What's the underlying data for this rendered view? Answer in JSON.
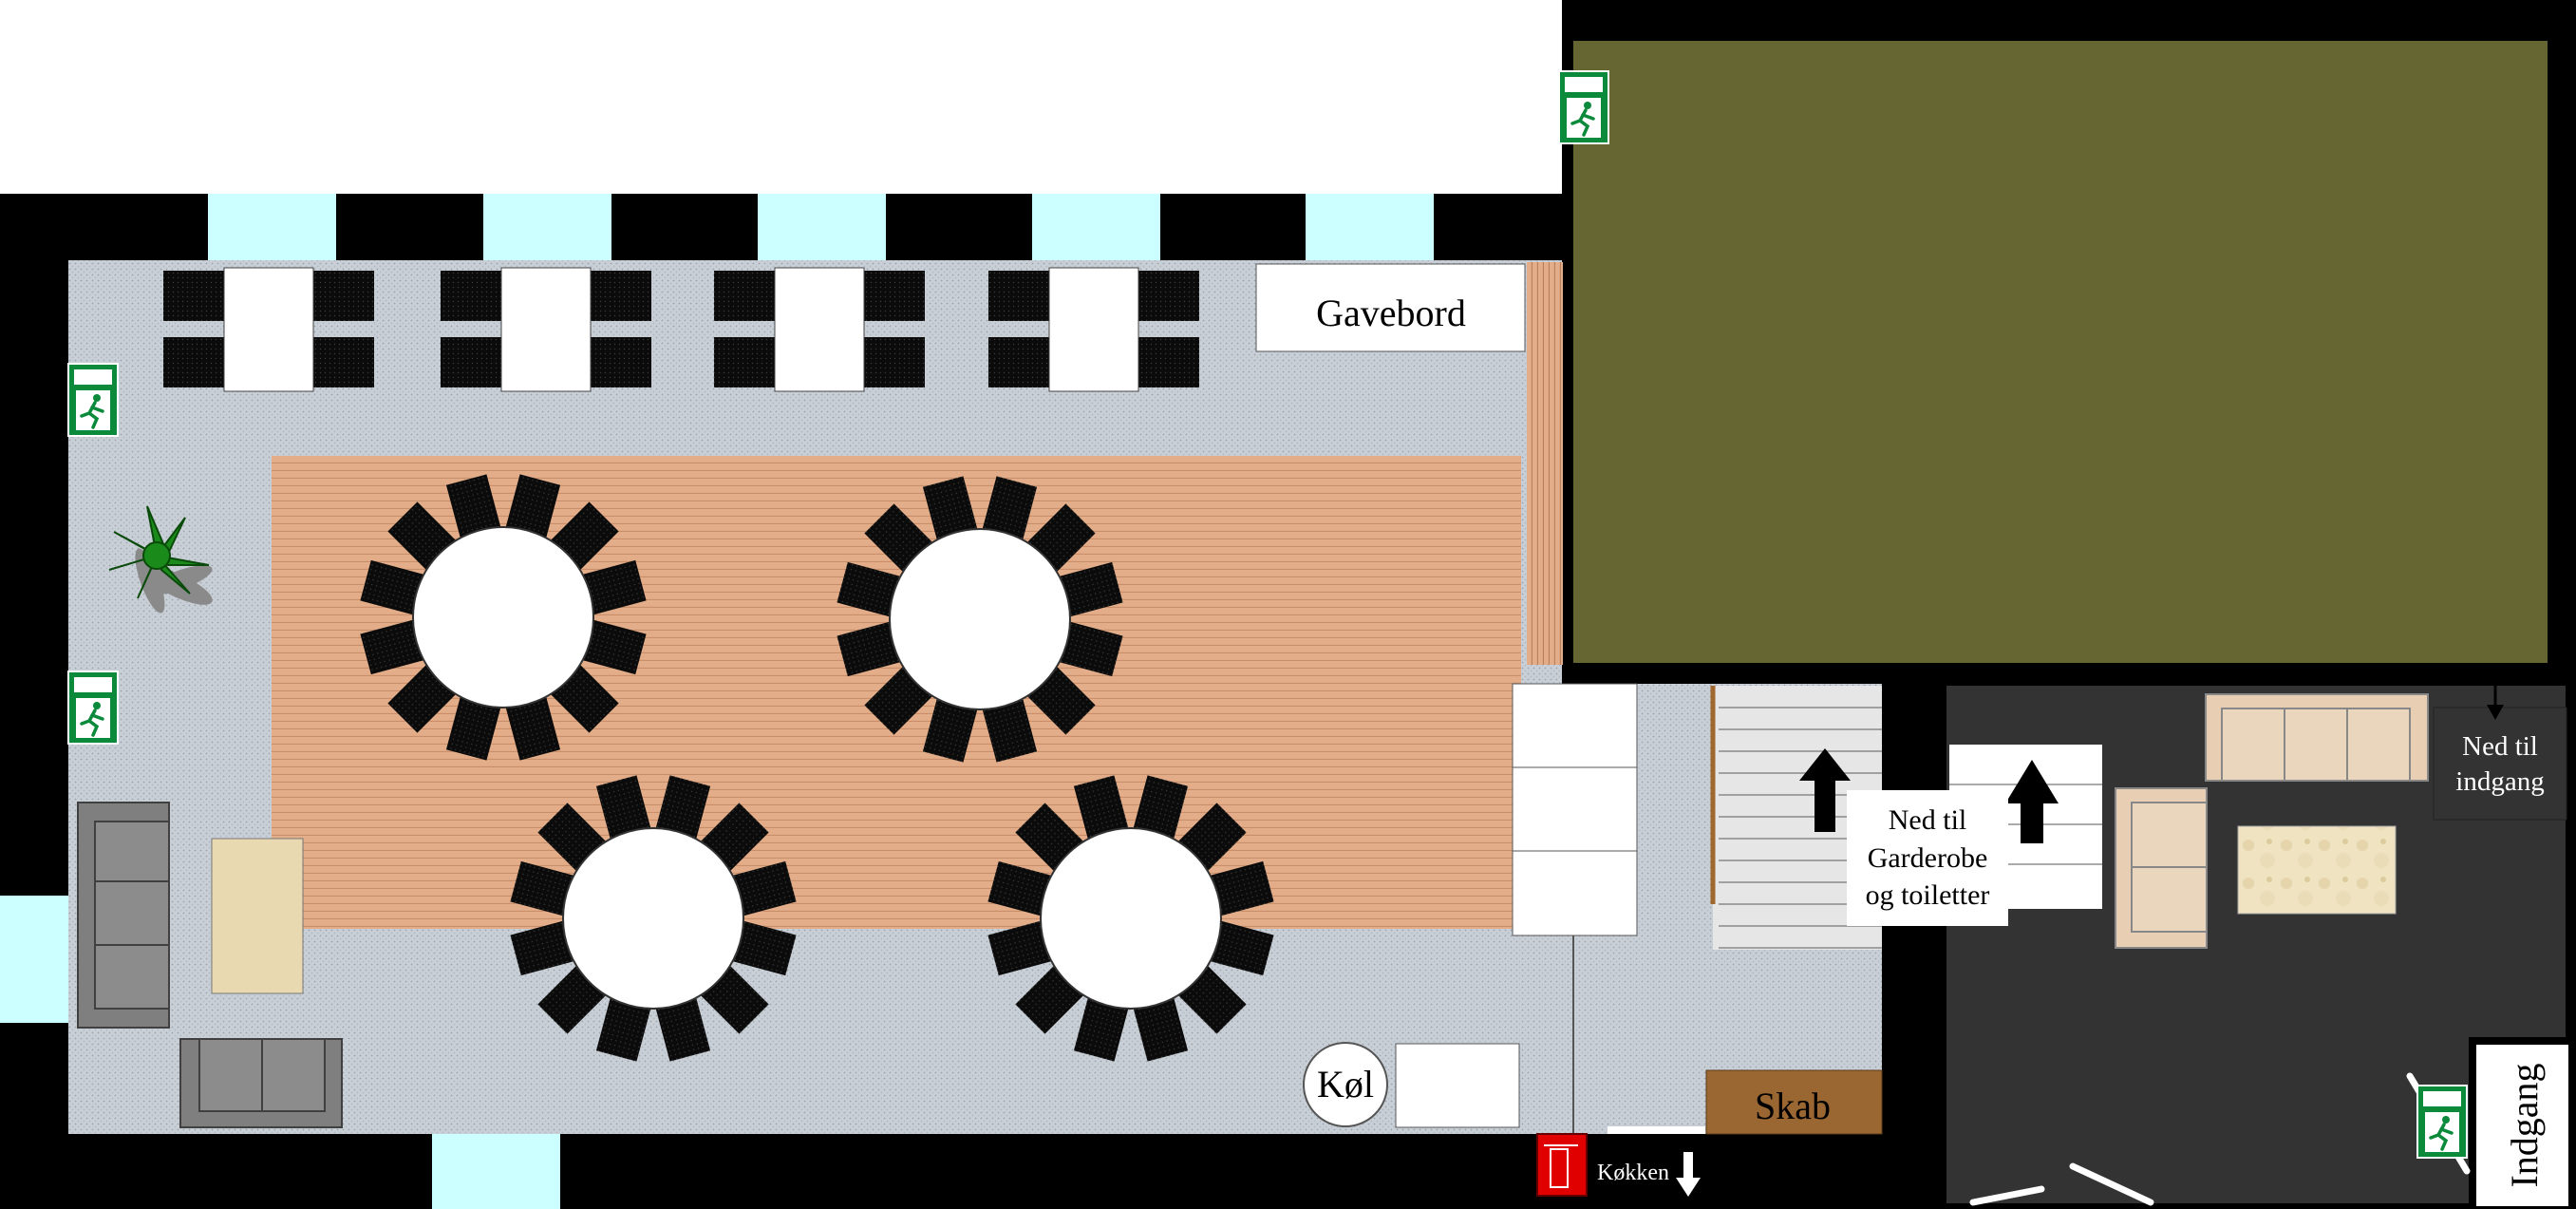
{
  "labels": {
    "gift_table": "Gavebord",
    "fridge": "Køl",
    "cabinet": "Skab",
    "kitchen": "Køkken",
    "entrance": "Indgang",
    "down_garderobe_1": "Ned til",
    "down_garderobe_2": "Garderobe",
    "down_garderobe_3": "og toiletter",
    "down_entrance_1": "Ned til",
    "down_entrance_2": "indgang"
  },
  "colors": {
    "wall": "#000000",
    "floor_grey": "#c7cdd3",
    "dance_floor": "#e0aa86",
    "stage": "#666633",
    "lounge": "#333333",
    "window": "#ccffff",
    "chair": "#0d0d0d",
    "exit_sign": "#0a8a3a",
    "extinguisher": "#e00000",
    "sofa": "#808080",
    "beige_table": "#e8d9b0",
    "cabinet": "#9a6632",
    "plant": "#1a8a1a"
  },
  "icons": {
    "exit": "emergency-exit-icon",
    "plant": "plant-icon",
    "extinguisher": "fire-extinguisher-icon",
    "arrow": "arrow-icon"
  }
}
